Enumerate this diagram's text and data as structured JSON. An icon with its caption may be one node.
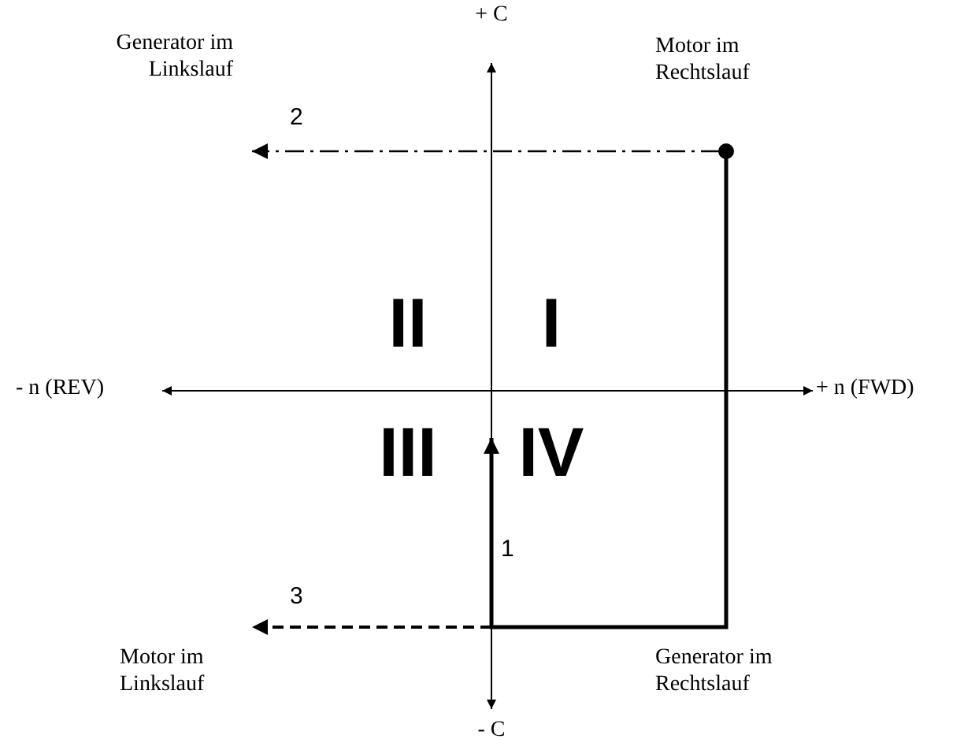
{
  "diagram": {
    "labels": [
      "Generator im Linkslauf",
      "+ C",
      "Motor im Rechtslauf",
      "2",
      "II",
      "I",
      "- n (REV)",
      "+ n (FWD)",
      "III",
      "IV",
      "1",
      "3",
      "Motor im Linkslauf",
      "Generator im Rechtslauf",
      "- C"
    ]
  }
}
